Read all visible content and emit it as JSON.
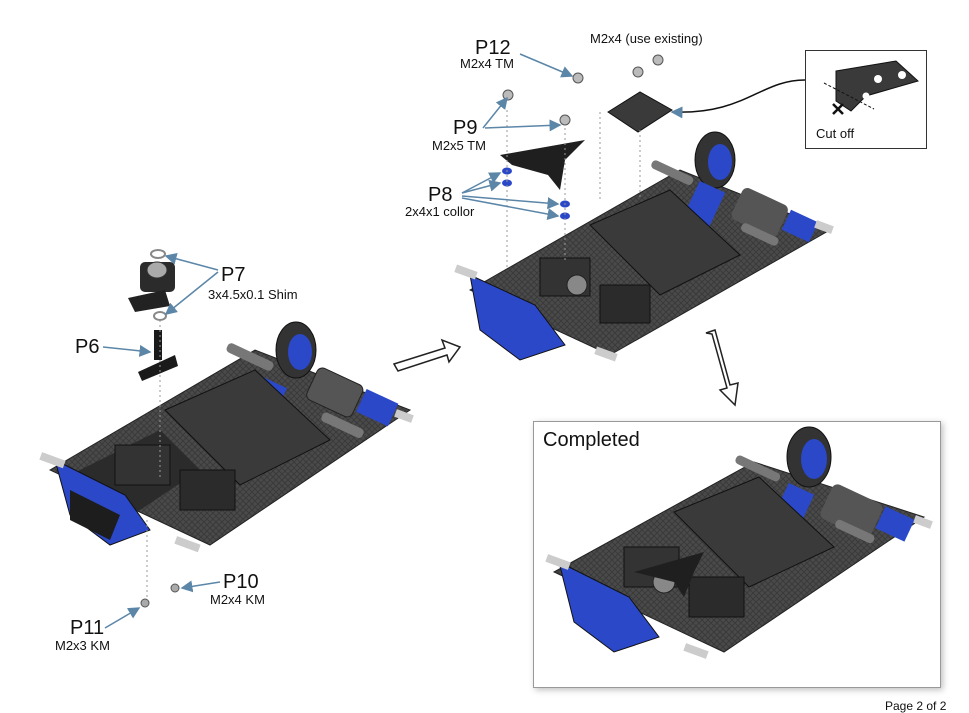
{
  "labels": {
    "p12": {
      "name": "P12",
      "spec": "M2x4 TM"
    },
    "top_note": "M2x4 (use existing)",
    "p9": {
      "name": "P9",
      "spec": "M2x5 TM"
    },
    "p8": {
      "name": "P8",
      "spec": "2x4x1 collor"
    },
    "p7": {
      "name": "P7",
      "spec": "3x4.5x0.1 Shim"
    },
    "p6": {
      "name": "P6"
    },
    "p10": {
      "name": "P10",
      "spec": "M2x4 KM"
    },
    "p11": {
      "name": "P11",
      "spec": "M2x3 KM"
    }
  },
  "inset": {
    "caption": "Cut off"
  },
  "completed": {
    "title": "Completed"
  },
  "footer": {
    "page": "Page 2 of 2"
  },
  "colors": {
    "accent_blue": "#2a48c8",
    "carbon": "#3a3a3a",
    "arrow": "#5b86a8"
  }
}
